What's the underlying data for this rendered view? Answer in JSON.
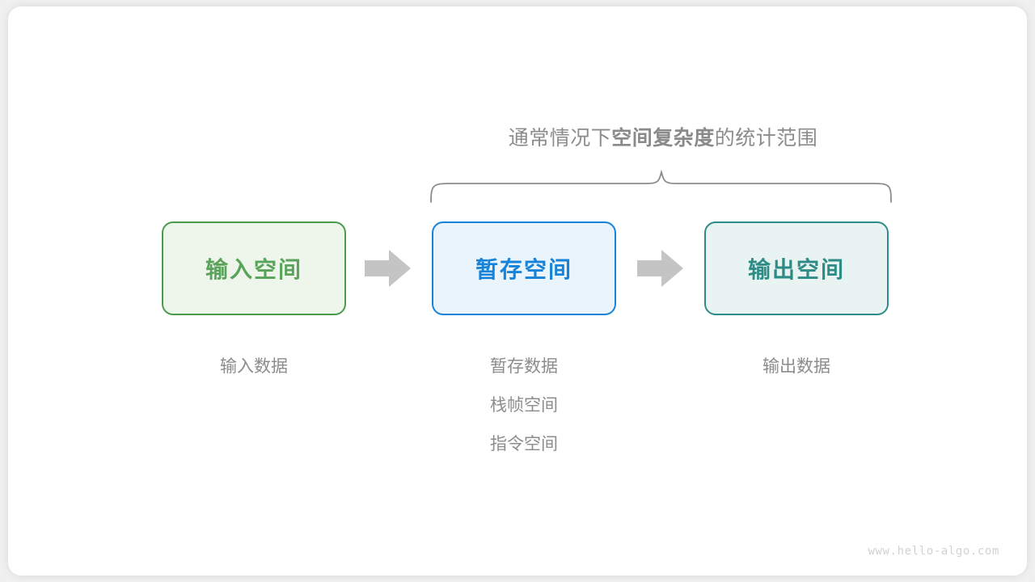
{
  "canvas": {
    "background": "#f0f0f0",
    "card_background": "#ffffff"
  },
  "caption": {
    "prefix": "通常情况下",
    "emphasis": "空间复杂度",
    "suffix": "的统计范围",
    "color": "#8c8c8c"
  },
  "brace": {
    "name": "curly-brace",
    "color": "#8c8c8c",
    "spans_boxes": [
      "暂存空间",
      "输出空间"
    ]
  },
  "boxes": [
    {
      "id": "input",
      "label": "输入空间",
      "border_color": "#4c9a4c",
      "fill_color": "#eef6ec",
      "text_color": "#5aa35a"
    },
    {
      "id": "temp",
      "label": "暂存空间",
      "border_color": "#1683d8",
      "fill_color": "#eaf4fc",
      "text_color": "#1683d8"
    },
    {
      "id": "output",
      "label": "输出空间",
      "border_color": "#2e8c86",
      "fill_color": "#e9f4f2",
      "text_color": "#2e8c86"
    }
  ],
  "arrows": [
    {
      "id": "arrow-1",
      "direction": "right",
      "color": "#c4c4c4"
    },
    {
      "id": "arrow-2",
      "direction": "right",
      "color": "#c4c4c4"
    }
  ],
  "captions": {
    "input": {
      "lines": [
        "输入数据"
      ]
    },
    "temp": {
      "lines": [
        "暂存数据",
        "栈帧空间",
        "指令空间"
      ]
    },
    "output": {
      "lines": [
        "输出数据"
      ]
    }
  },
  "watermark": {
    "text": "www.hello-algo.com",
    "color": "#d2d2d2"
  }
}
